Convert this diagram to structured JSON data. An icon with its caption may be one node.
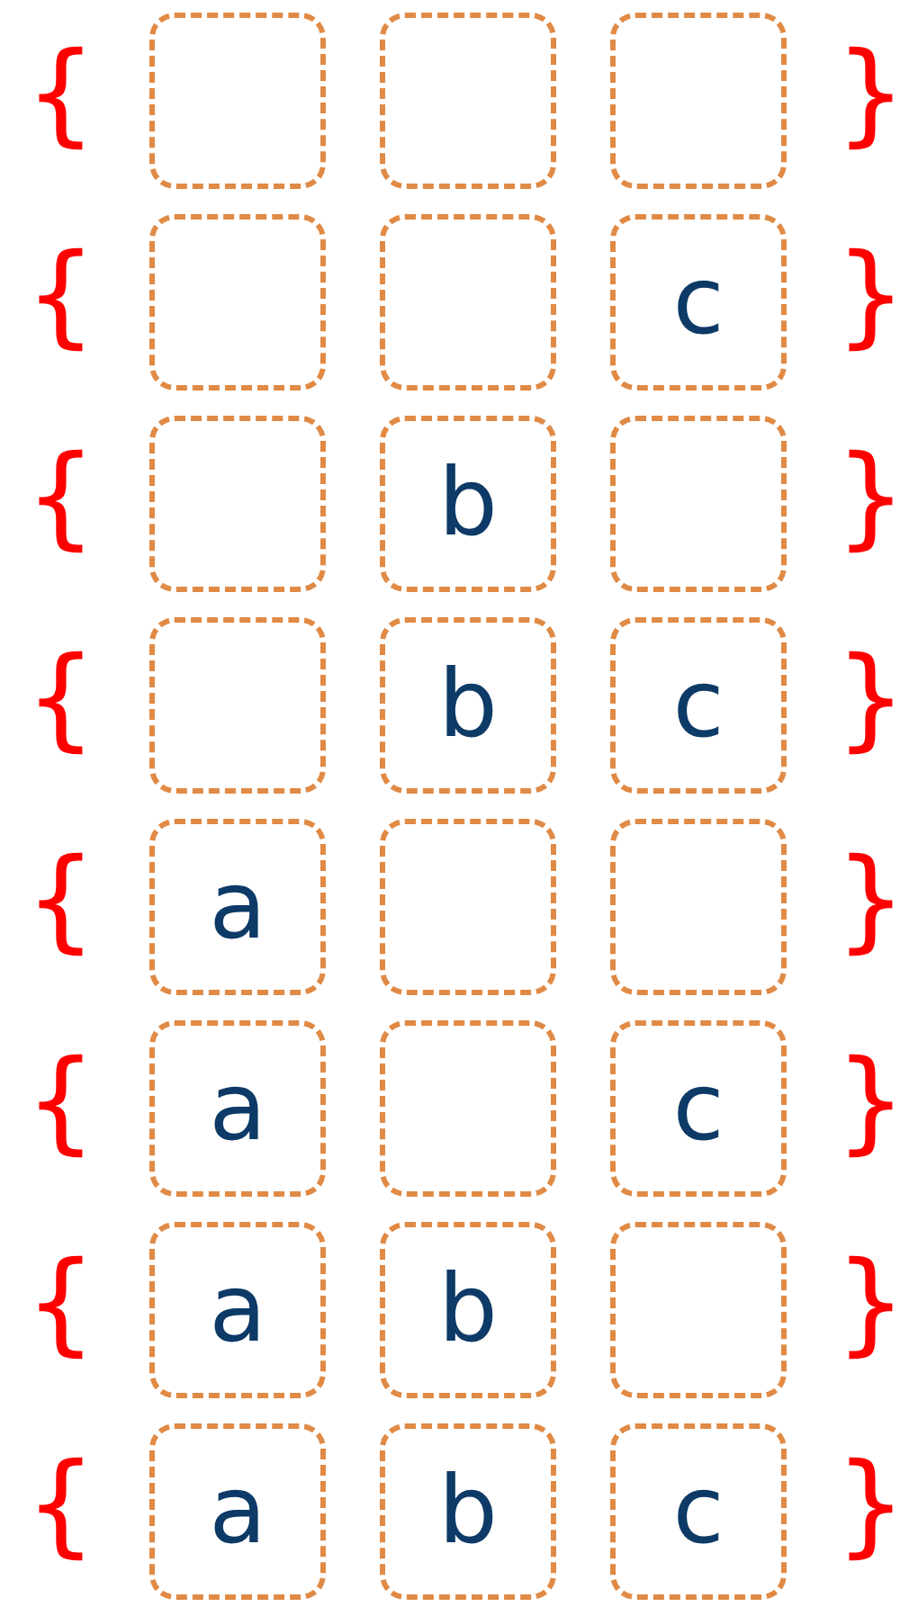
{
  "diagram": {
    "nodes": [
      {
        "text": [],
        "shape": "box"
      },
      {
        "text": [],
        "shape": "box"
      },
      {
        "text": [],
        "shape": "box"
      },
      {
        "text": [],
        "shape": "box"
      },
      {
        "text": [],
        "shape": "box"
      },
      {
        "text": [
          "c"
        ]
      },
      {
        "text": [],
        "shape": "box"
      },
      {
        "text": [
          "b"
        ]
      },
      {
        "text": [],
        "shape": "box"
      },
      {
        "text": [],
        "shape": "box"
      },
      {
        "text": [
          "b"
        ]
      },
      {
        "text": [
          "c"
        ]
      },
      {
        "text": [
          "a"
        ]
      },
      {
        "text": [],
        "shape": "box"
      },
      {
        "text": [],
        "shape": "box"
      },
      {
        "text": [
          "a"
        ]
      },
      {
        "text": [],
        "shape": "box"
      },
      {
        "text": [
          "c"
        ]
      },
      {
        "text": [
          "a"
        ]
      },
      {
        "text": [
          "b"
        ]
      },
      {
        "text": [],
        "shape": "box"
      },
      {
        "text": [
          "a"
        ]
      },
      {
        "text": [
          "b"
        ]
      },
      {
        "text": [
          "c"
        ]
      }
    ],
    "labels": [
      "{",
      "}",
      "{",
      "}",
      "{",
      "}",
      "{",
      "}",
      "{",
      "}",
      "{",
      "}",
      "{",
      "}",
      "{",
      "}"
    ]
  }
}
